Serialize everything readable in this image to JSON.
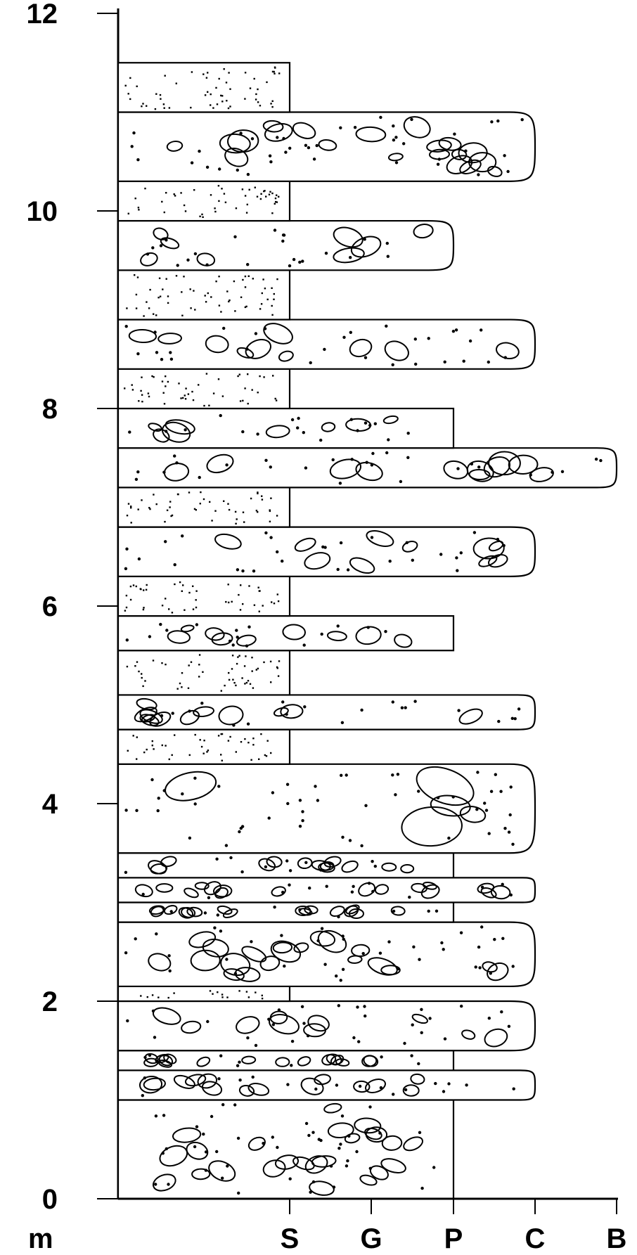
{
  "diagram": {
    "type": "stratigraphic-log",
    "depth_axis": {
      "unit": "m",
      "ticks": [
        "0",
        "2",
        "4",
        "6",
        "8",
        "10",
        "12"
      ]
    },
    "grain_size_axis": {
      "labels": [
        "S",
        "G",
        "P",
        "C",
        "B"
      ]
    },
    "beds": [
      {
        "bottom": 0.0,
        "top": 1.0,
        "grain": "P",
        "lithology": "clast-supported conglomerate",
        "end": "square"
      },
      {
        "bottom": 1.0,
        "top": 1.3,
        "grain": "C",
        "lithology": "pebble conglomerate",
        "end": "rounded"
      },
      {
        "bottom": 1.3,
        "top": 1.5,
        "grain": "P",
        "lithology": "pebble conglomerate",
        "end": "square"
      },
      {
        "bottom": 1.5,
        "top": 2.0,
        "grain": "C",
        "lithology": "pebble conglomerate",
        "end": "rounded"
      },
      {
        "bottom": 2.0,
        "top": 2.15,
        "grain": "S",
        "lithology": "sandstone",
        "end": "square"
      },
      {
        "bottom": 2.15,
        "top": 2.8,
        "grain": "C",
        "lithology": "pebble conglomerate",
        "end": "rounded"
      },
      {
        "bottom": 2.8,
        "top": 3.0,
        "grain": "P",
        "lithology": "pebble conglomerate",
        "end": "square"
      },
      {
        "bottom": 3.0,
        "top": 3.25,
        "grain": "C",
        "lithology": "pebble conglomerate",
        "end": "rounded"
      },
      {
        "bottom": 3.25,
        "top": 3.5,
        "grain": "P",
        "lithology": "pebble conglomerate",
        "end": "square"
      },
      {
        "bottom": 3.5,
        "top": 4.4,
        "grain": "C",
        "lithology": "cobble conglomerate",
        "end": "rounded"
      },
      {
        "bottom": 4.4,
        "top": 4.75,
        "grain": "S",
        "lithology": "sandstone",
        "end": "square"
      },
      {
        "bottom": 4.75,
        "top": 5.1,
        "grain": "C",
        "lithology": "pebble conglomerate",
        "end": "rounded"
      },
      {
        "bottom": 5.1,
        "top": 5.55,
        "grain": "S",
        "lithology": "sandstone",
        "end": "square"
      },
      {
        "bottom": 5.55,
        "top": 5.9,
        "grain": "P",
        "lithology": "pebble conglomerate",
        "end": "square"
      },
      {
        "bottom": 5.9,
        "top": 6.3,
        "grain": "S",
        "lithology": "sandstone",
        "end": "square"
      },
      {
        "bottom": 6.3,
        "top": 6.8,
        "grain": "C",
        "lithology": "pebble conglomerate",
        "end": "rounded"
      },
      {
        "bottom": 6.8,
        "top": 7.2,
        "grain": "S",
        "lithology": "sandstone",
        "end": "square"
      },
      {
        "bottom": 7.2,
        "top": 7.6,
        "grain": "B",
        "lithology": "cobble conglomerate",
        "end": "rounded"
      },
      {
        "bottom": 7.6,
        "top": 8.0,
        "grain": "P",
        "lithology": "pebble conglomerate",
        "end": "square"
      },
      {
        "bottom": 8.0,
        "top": 8.4,
        "grain": "S",
        "lithology": "sandstone",
        "end": "square"
      },
      {
        "bottom": 8.4,
        "top": 8.9,
        "grain": "C",
        "lithology": "pebble conglomerate",
        "end": "rounded"
      },
      {
        "bottom": 8.9,
        "top": 9.4,
        "grain": "S",
        "lithology": "sandstone",
        "end": "square"
      },
      {
        "bottom": 9.4,
        "top": 9.9,
        "grain": "P",
        "lithology": "pebble conglomerate",
        "end": "rounded"
      },
      {
        "bottom": 9.9,
        "top": 10.3,
        "grain": "S",
        "lithology": "sandstone",
        "end": "square"
      },
      {
        "bottom": 10.3,
        "top": 11.0,
        "grain": "C",
        "lithology": "pebble conglomerate",
        "end": "rounded"
      },
      {
        "bottom": 11.0,
        "top": 11.5,
        "grain": "S",
        "lithology": "sandstone",
        "end": "square"
      }
    ]
  }
}
